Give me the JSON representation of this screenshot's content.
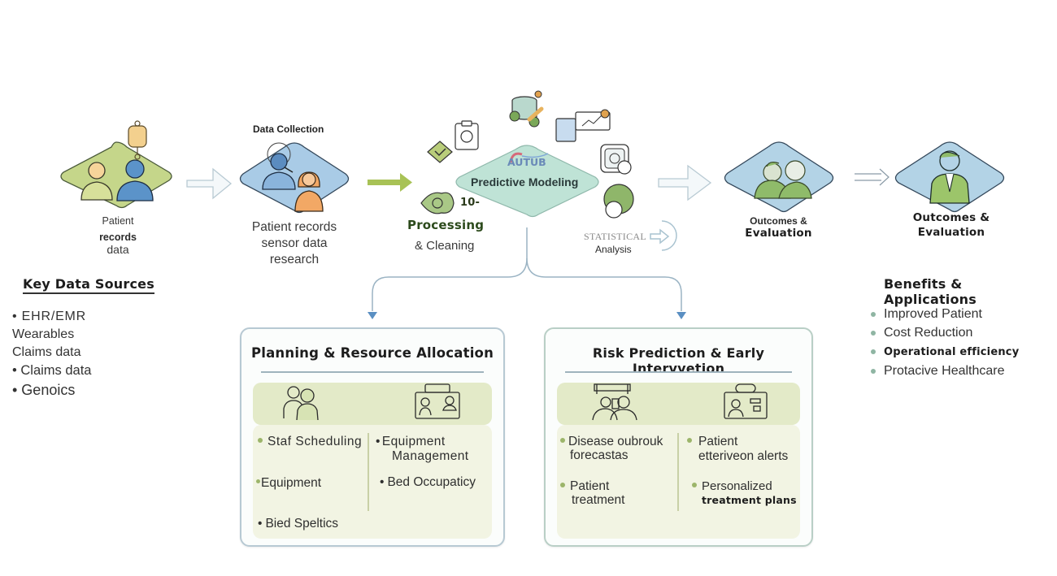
{
  "stages": {
    "patient": {
      "label_line1": "Patient",
      "label_line2": "records",
      "label_line3": "data",
      "icon": "patients-icon"
    },
    "collection": {
      "title": "Data Collection",
      "label_line1": "Patient records",
      "label_line2": "sensor data",
      "label_line3": "research",
      "icon": "researchers-icon"
    },
    "modeling": {
      "brand": "AUTUB",
      "title": "Predictive Modeling",
      "processing_badge": "10-",
      "processing_label": "Processing",
      "cleaning_label": "& Cleaning",
      "statistical_label": "STATISTICAL",
      "analysis_label": "Analysis"
    },
    "outcomes1": {
      "label_line1": "Outcomes &",
      "label_line2": "Evaluation",
      "icon": "embrace-icon"
    },
    "outcomes2": {
      "label_line1": "Outcomes &",
      "label_line2": "Evaluation",
      "icon": "doctor-icon"
    }
  },
  "key_data_sources": {
    "heading": "Key Data Sources",
    "items": [
      "• EHR/EMR",
      "Wearables",
      "Claims data",
      "• Claims data",
      "• Genoics"
    ]
  },
  "benefits": {
    "heading": "Benefits & Applications",
    "items": [
      "Improved Patient",
      "Cost Reduction",
      "Operational efficiency",
      "Protacive Healthcare"
    ]
  },
  "planning_card": {
    "title": "Planning & Resource Allocation",
    "left_items": [
      "Staf Scheduling",
      "Equipment",
      "Bied Speltics"
    ],
    "right_items": [
      "Equipment",
      "Management",
      "Bed Occupaticy"
    ]
  },
  "risk_card": {
    "title": "Risk Prediction & Early Intervvetion",
    "left_items": [
      {
        "line1": "Disease oubrouk",
        "line2": "forecastas"
      },
      {
        "line1": "Patient",
        "line2": "treatment"
      }
    ],
    "right_items": [
      {
        "line1": "Patient",
        "line2": "etteriveon alerts"
      },
      {
        "line1": "Personalized",
        "line2": "treatment plans"
      }
    ]
  },
  "colors": {
    "green_diamond": "#c5d68a",
    "blue_diamond": "#a9cbe6",
    "teal_diamond": "#bfe3d6",
    "arrow_green": "#a8c256",
    "connector": "#9bb4c4",
    "arrowhead": "#5a8fc2"
  }
}
